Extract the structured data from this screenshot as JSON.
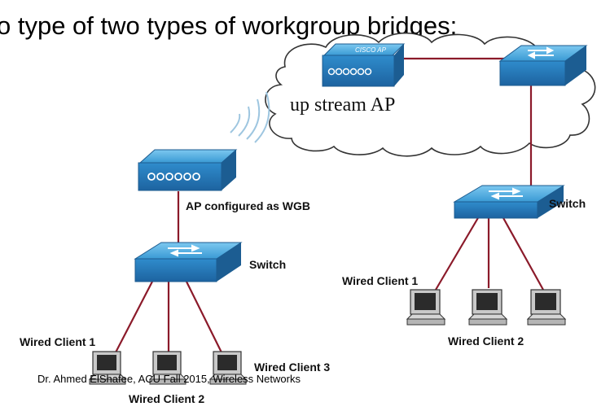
{
  "heading": "o type of two types of workgroup bridges:",
  "cloud_label": "up stream AP",
  "left_ap_label": "AP configured as WGB",
  "left_switch_label": "Switch",
  "right_switch_label": "Switch",
  "left_clients": {
    "client1": "Wired Client 1",
    "client2": "Wired Client 2",
    "client3": "Wired Client 3"
  },
  "right_clients": {
    "client1": "Wired Client 1",
    "client2": "Wired Client 2"
  },
  "footer": "Dr. Ahmed ElShafee, ACU Fall 2015, Wireless Networks",
  "colors": {
    "device_blue": "#3aa0d8",
    "device_dark": "#1f6fa8",
    "link_red": "#8b1a2a",
    "cloud_stroke": "#333333"
  }
}
